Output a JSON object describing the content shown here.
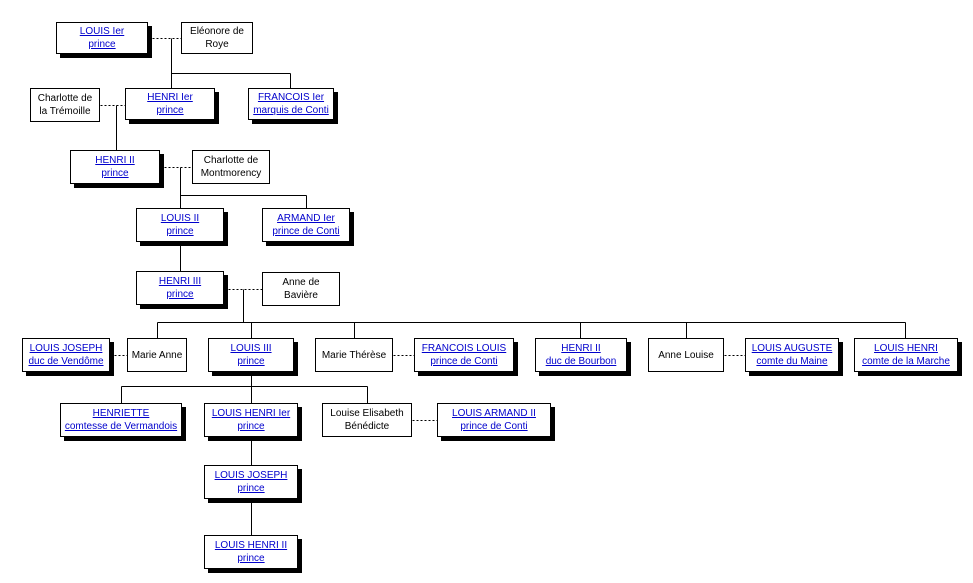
{
  "nodes": [
    {
      "id": "louis1",
      "kind": "person",
      "lines": [
        "LOUIS Ier",
        "prince"
      ]
    },
    {
      "id": "eleonore",
      "kind": "spouse",
      "lines": [
        "Eléonore de",
        "Roye"
      ]
    },
    {
      "id": "charlotte_tremoille",
      "kind": "spouse",
      "lines": [
        "Charlotte de",
        "la Trémoille"
      ]
    },
    {
      "id": "henri1",
      "kind": "person",
      "lines": [
        "HENRI Ier",
        "prince"
      ]
    },
    {
      "id": "francois1",
      "kind": "person",
      "lines": [
        "FRANCOIS Ier",
        "marquis de Conti"
      ]
    },
    {
      "id": "henri2",
      "kind": "person",
      "lines": [
        "HENRI II",
        "prince"
      ]
    },
    {
      "id": "charlotte_montmorency",
      "kind": "spouse",
      "lines": [
        "Charlotte de",
        "Montmorency"
      ]
    },
    {
      "id": "louis2",
      "kind": "person",
      "lines": [
        "LOUIS II",
        "prince"
      ]
    },
    {
      "id": "armand1",
      "kind": "person",
      "lines": [
        "ARMAND Ier",
        "prince de Conti"
      ]
    },
    {
      "id": "henri3",
      "kind": "person",
      "lines": [
        "HENRI III",
        "prince"
      ]
    },
    {
      "id": "anne_baviere",
      "kind": "spouse",
      "lines": [
        "Anne de",
        "Bavière"
      ]
    },
    {
      "id": "louis_joseph_vendome",
      "kind": "person",
      "lines": [
        "LOUIS JOSEPH",
        "duc de Vendôme"
      ]
    },
    {
      "id": "marie_anne",
      "kind": "spouse",
      "lines": [
        "Marie Anne"
      ]
    },
    {
      "id": "louis3",
      "kind": "person",
      "lines": [
        "LOUIS III",
        "prince"
      ]
    },
    {
      "id": "marie_therese",
      "kind": "spouse",
      "lines": [
        "Marie Thérèse"
      ]
    },
    {
      "id": "francois_louis",
      "kind": "person",
      "lines": [
        "FRANCOIS LOUIS",
        "prince  de Conti"
      ]
    },
    {
      "id": "henri2_bourbon",
      "kind": "person",
      "lines": [
        "HENRI II",
        "duc de Bourbon"
      ]
    },
    {
      "id": "anne_louise",
      "kind": "spouse",
      "lines": [
        "Anne Louise"
      ]
    },
    {
      "id": "louis_auguste",
      "kind": "person",
      "lines": [
        "LOUIS AUGUSTE",
        "comte du Maine"
      ]
    },
    {
      "id": "louis_henri_marche",
      "kind": "person",
      "lines": [
        "LOUIS HENRI",
        "comte de la Marche"
      ]
    },
    {
      "id": "henriette",
      "kind": "person",
      "lines": [
        "HENRIETTE",
        "comtesse de Vermandois"
      ]
    },
    {
      "id": "louis_henri1",
      "kind": "person",
      "lines": [
        "LOUIS HENRI Ier",
        "prince"
      ]
    },
    {
      "id": "louise_elisabeth",
      "kind": "spouse",
      "lines": [
        "Louise Elisabeth",
        "Bénédicte"
      ]
    },
    {
      "id": "louis_armand2",
      "kind": "person",
      "lines": [
        "LOUIS ARMAND II",
        "prince de Conti"
      ]
    },
    {
      "id": "louis_joseph",
      "kind": "person",
      "lines": [
        "LOUIS JOSEPH",
        "prince"
      ]
    },
    {
      "id": "louis_henri2",
      "kind": "person",
      "lines": [
        "LOUIS HENRI II",
        "prince"
      ]
    }
  ],
  "colors": {
    "link": "#0000cc",
    "border": "#000000",
    "line": "#000000"
  }
}
